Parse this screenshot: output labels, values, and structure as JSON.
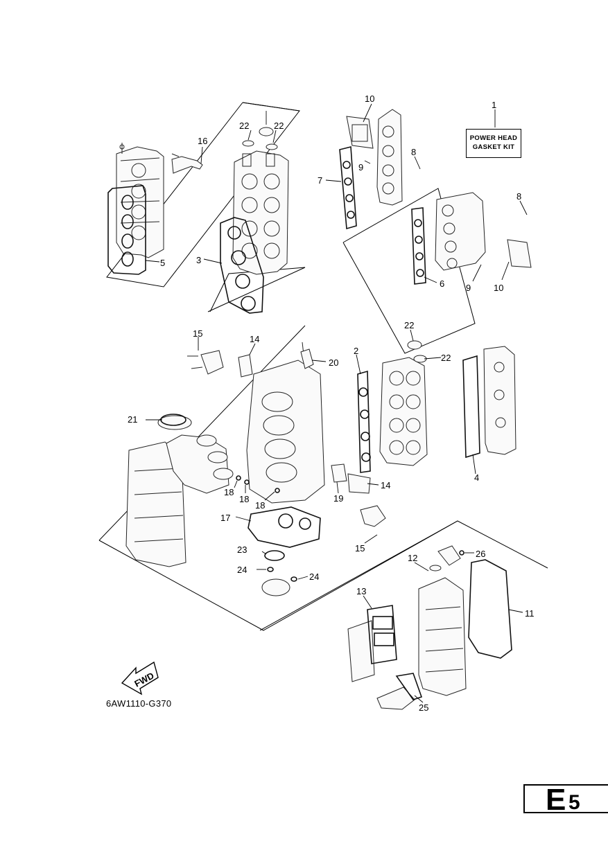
{
  "kit_label": {
    "line1": "POWER HEAD",
    "line2": "GASKET KIT"
  },
  "fwd_label": "FWD",
  "diagram_code": "6AW1110-G370",
  "page_tag": {
    "letter": "E",
    "number": "5"
  },
  "callouts": [
    {
      "id": "c1",
      "text": "1"
    },
    {
      "id": "c2",
      "text": "2"
    },
    {
      "id": "c3",
      "text": "3"
    },
    {
      "id": "c4",
      "text": "4"
    },
    {
      "id": "c5",
      "text": "5"
    },
    {
      "id": "c6",
      "text": "6"
    },
    {
      "id": "c7",
      "text": "7"
    },
    {
      "id": "c8a",
      "text": "8"
    },
    {
      "id": "c8b",
      "text": "8"
    },
    {
      "id": "c9a",
      "text": "9"
    },
    {
      "id": "c9b",
      "text": "9"
    },
    {
      "id": "c10a",
      "text": "10"
    },
    {
      "id": "c10b",
      "text": "10"
    },
    {
      "id": "c11",
      "text": "11"
    },
    {
      "id": "c12",
      "text": "12"
    },
    {
      "id": "c13",
      "text": "13"
    },
    {
      "id": "c14a",
      "text": "14"
    },
    {
      "id": "c14b",
      "text": "14"
    },
    {
      "id": "c15a",
      "text": "15"
    },
    {
      "id": "c15b",
      "text": "15"
    },
    {
      "id": "c16",
      "text": "16"
    },
    {
      "id": "c17",
      "text": "17"
    },
    {
      "id": "c18a",
      "text": "18"
    },
    {
      "id": "c18b",
      "text": "18"
    },
    {
      "id": "c18c",
      "text": "18"
    },
    {
      "id": "c19",
      "text": "19"
    },
    {
      "id": "c20",
      "text": "20"
    },
    {
      "id": "c21",
      "text": "21"
    },
    {
      "id": "c22a",
      "text": "22"
    },
    {
      "id": "c22b",
      "text": "22"
    },
    {
      "id": "c22c",
      "text": "22"
    },
    {
      "id": "c22d",
      "text": "22"
    },
    {
      "id": "c23",
      "text": "23"
    },
    {
      "id": "c24a",
      "text": "24"
    },
    {
      "id": "c24b",
      "text": "24"
    },
    {
      "id": "c25",
      "text": "25"
    },
    {
      "id": "c26",
      "text": "26"
    }
  ]
}
